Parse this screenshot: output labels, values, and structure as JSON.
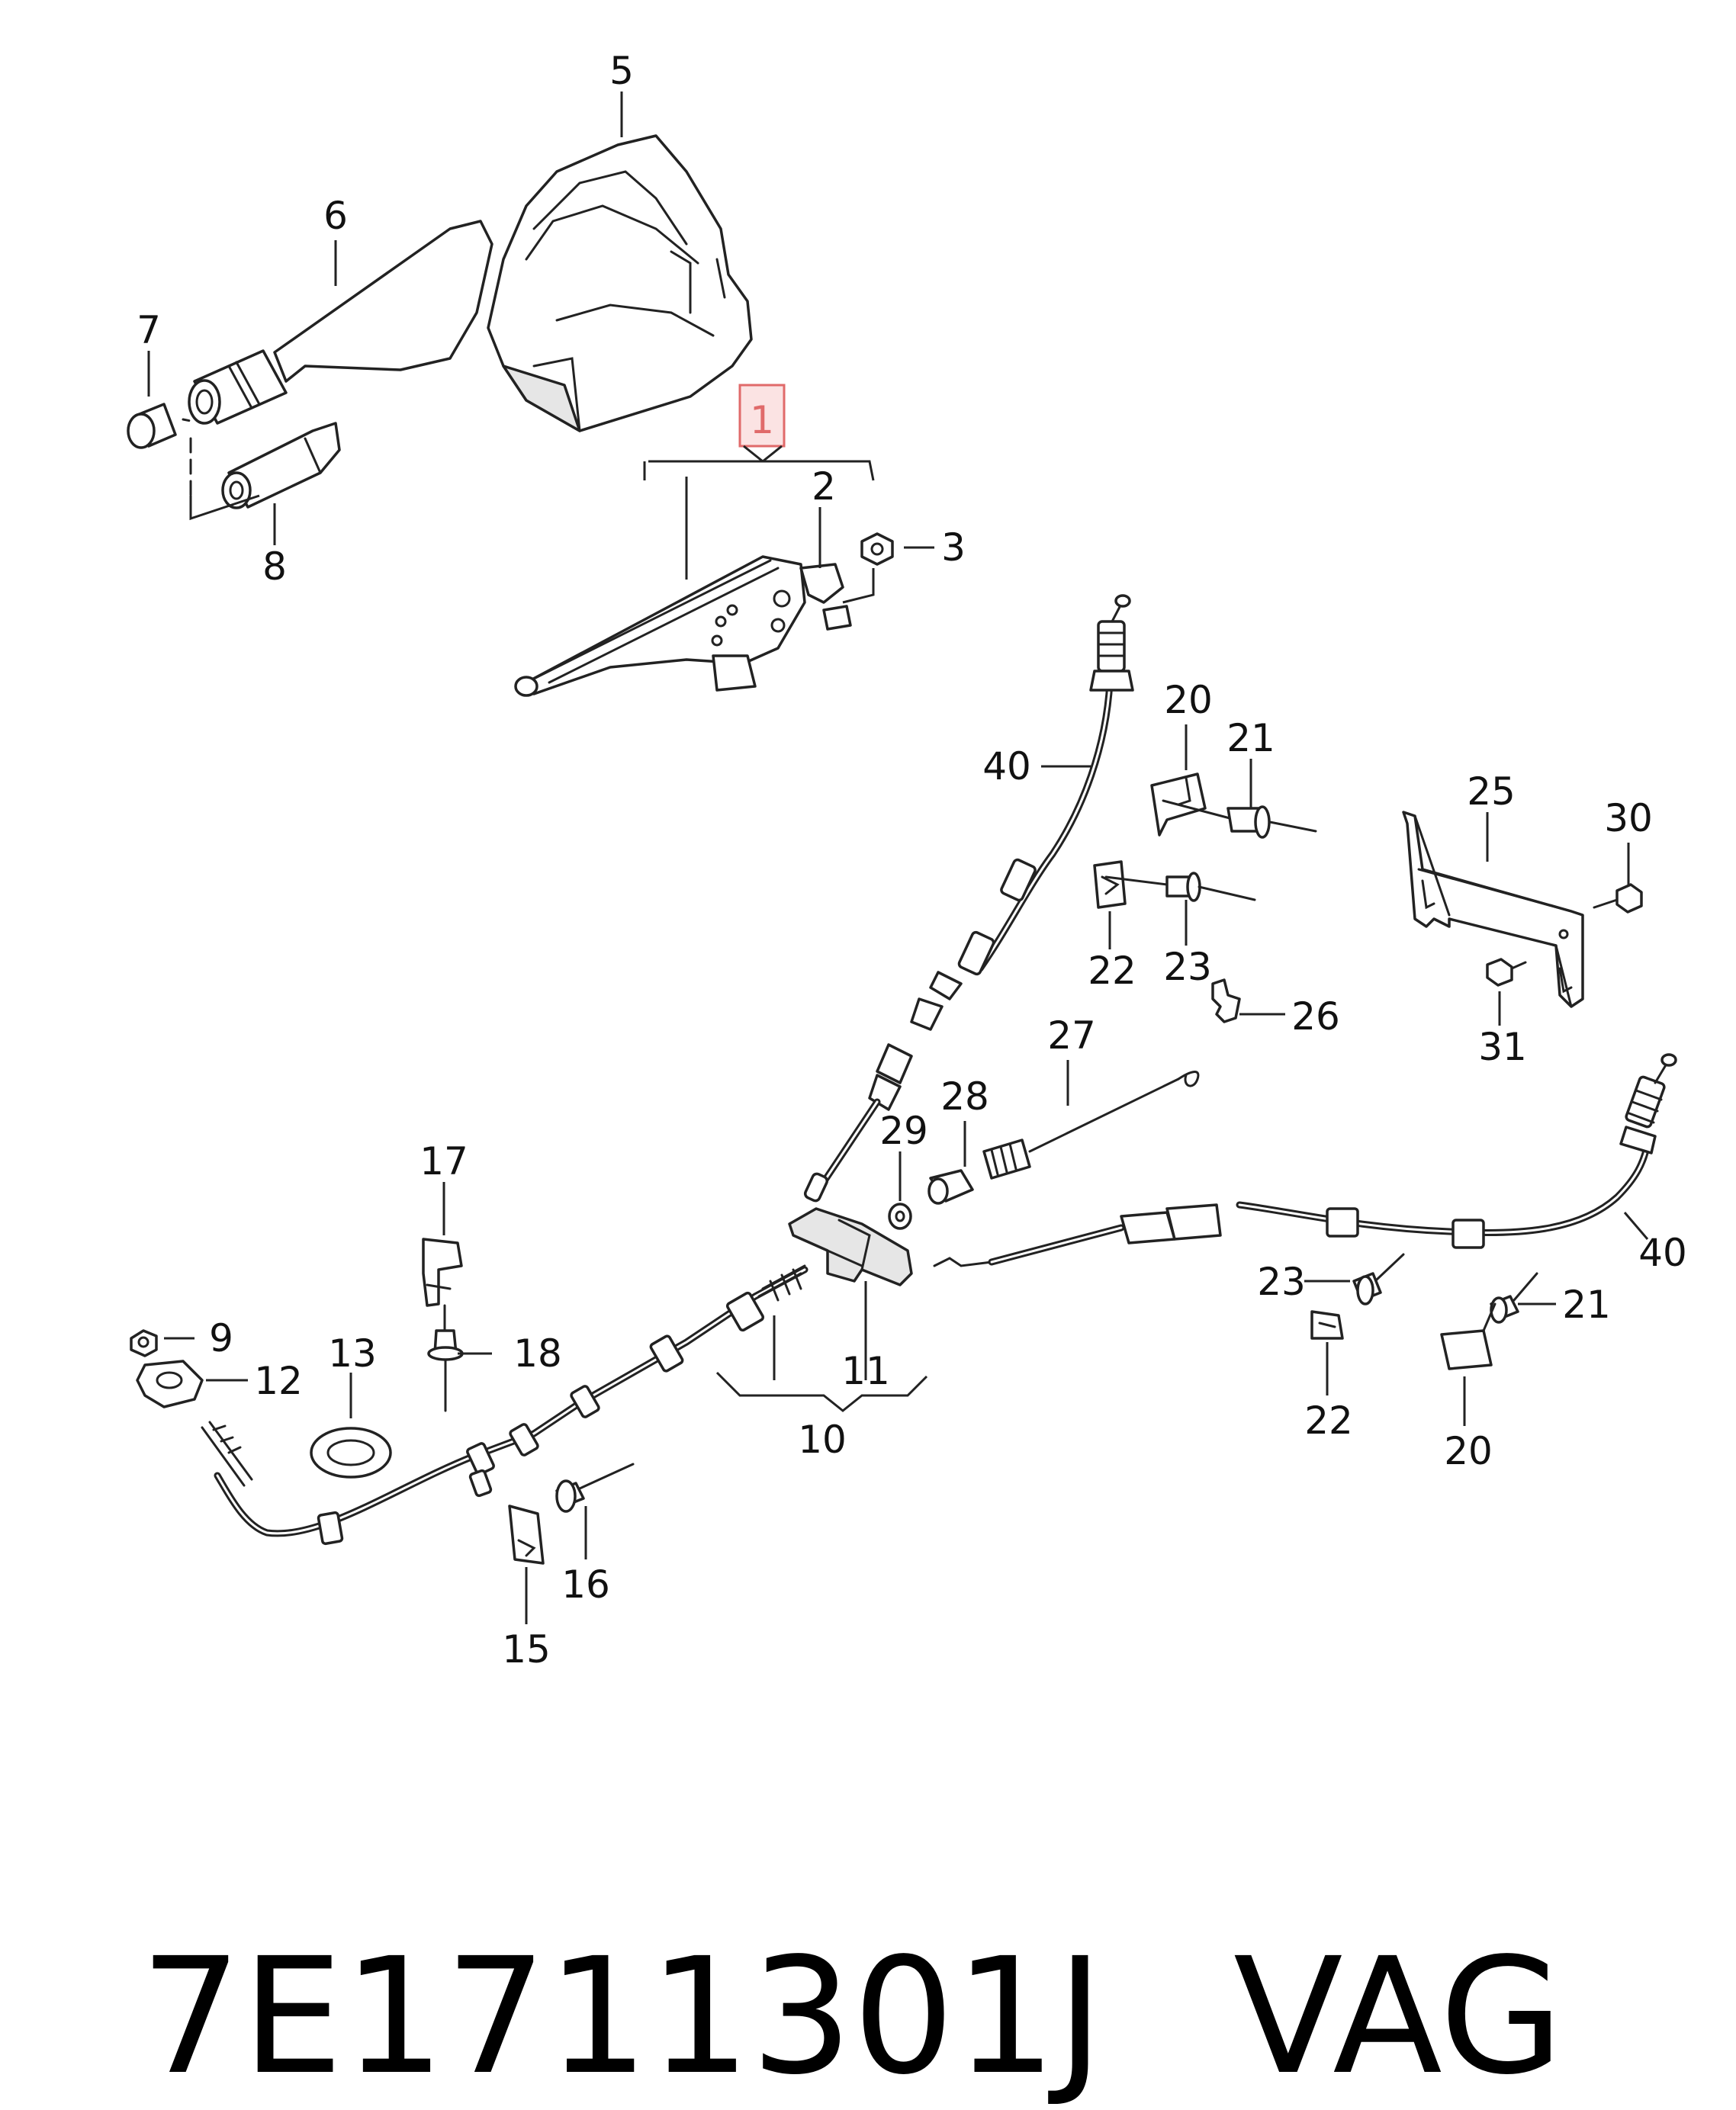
{
  "diagram": {
    "labels": {
      "l1": "1",
      "l2": "2",
      "l3": "3",
      "l5": "5",
      "l6": "6",
      "l7": "7",
      "l8": "8",
      "l9": "9",
      "l10": "10",
      "l11": "11",
      "l12": "12",
      "l13": "13",
      "l15": "15",
      "l16": "16",
      "l17": "17",
      "l18": "18",
      "l20a": "20",
      "l20b": "20",
      "l21a": "21",
      "l21b": "21",
      "l22a": "22",
      "l22b": "22",
      "l23a": "23",
      "l23b": "23",
      "l25": "25",
      "l26": "26",
      "l27": "27",
      "l28": "28",
      "l29": "29",
      "l30": "30",
      "l31": "31",
      "l40a": "40",
      "l40b": "40"
    },
    "highlighted_part": "1",
    "colors": {
      "highlight_fill": "#fbe3e3",
      "highlight_stroke": "#e06a6a",
      "line": "#222222"
    }
  },
  "footer": {
    "part_number": "7E1711301J",
    "brand": "VAG"
  }
}
